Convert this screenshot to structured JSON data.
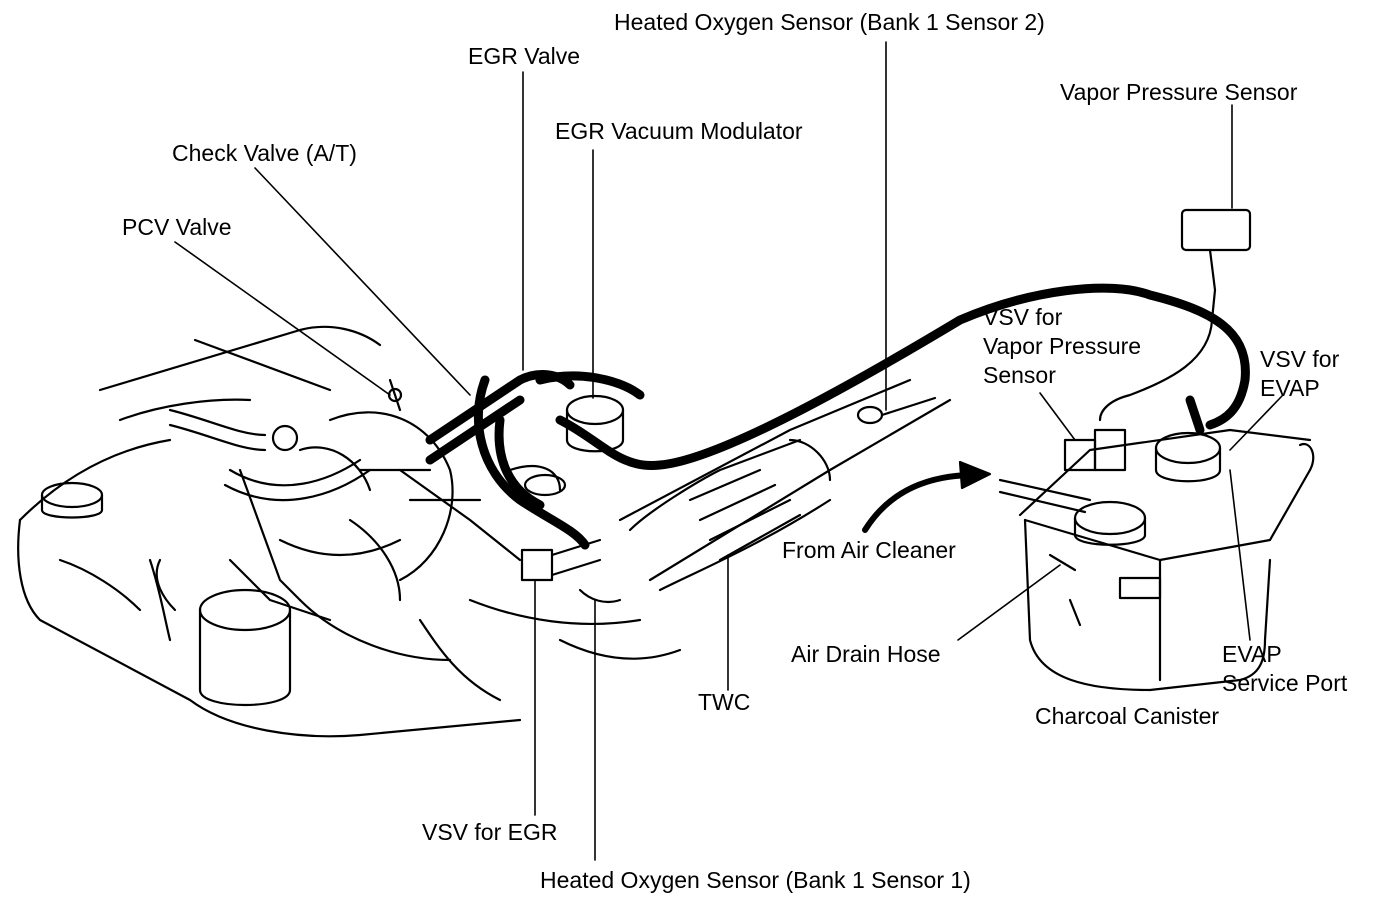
{
  "diagram": {
    "labels": {
      "ho2s_b1s2": "Heated Oxygen Sensor (Bank 1 Sensor 2)",
      "egr_valve": "EGR Valve",
      "vapor_pressure_sensor": "Vapor Pressure Sensor",
      "egr_vacuum_modulator": "EGR Vacuum Modulator",
      "check_valve": "Check Valve (A/T)",
      "pcv_valve": "PCV Valve",
      "vsv_vapor_1": "VSV for",
      "vsv_vapor_2": "Vapor Pressure",
      "vsv_vapor_3": "Sensor",
      "vsv_evap_1": "VSV for",
      "vsv_evap_2": "EVAP",
      "from_air_cleaner": "From Air Cleaner",
      "air_drain_hose": "Air Drain Hose",
      "evap_port_1": "EVAP",
      "evap_port_2": "Service Port",
      "charcoal_canister": "Charcoal Canister",
      "twc": "TWC",
      "vsv_egr": "VSV for EGR",
      "ho2s_b1s1": "Heated Oxygen Sensor (Bank 1 Sensor 1)"
    },
    "colors": {
      "ink": "#000000",
      "paper": "#ffffff"
    }
  }
}
